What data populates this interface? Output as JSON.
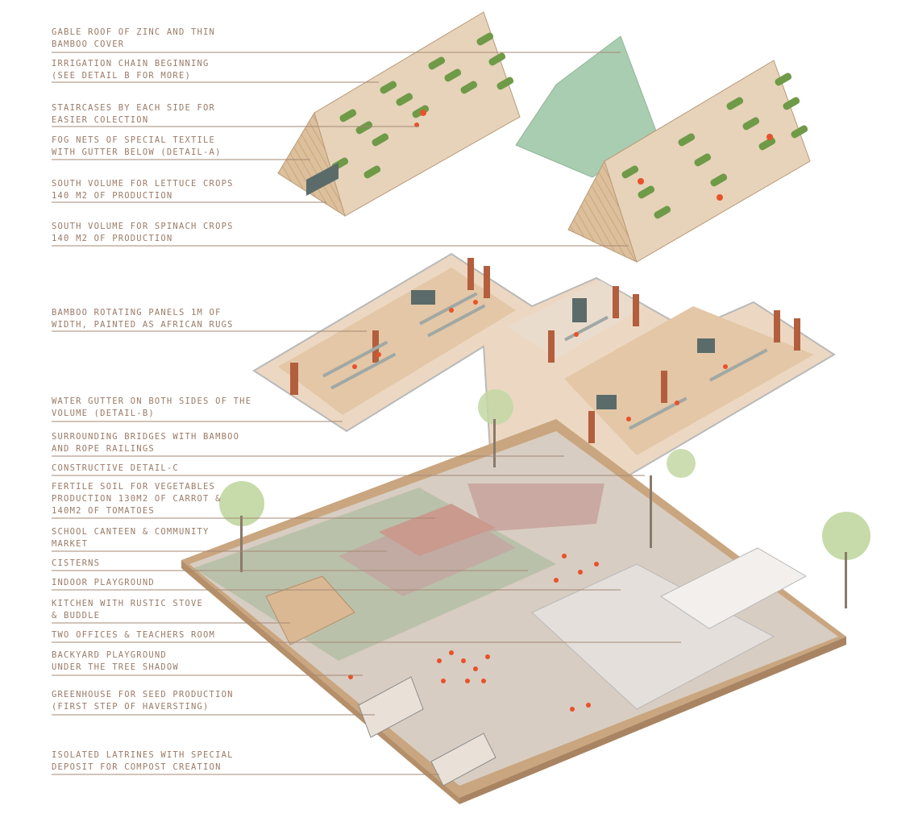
{
  "colors": {
    "label_text": "#9a7b68",
    "leader_line": "#a58874",
    "bamboo": "#d9b893",
    "greenery": "#7fa356",
    "ground": "#d8cdc2",
    "figures": "#e8522b",
    "roof_cover": "#a9cdb0"
  },
  "labels": [
    {
      "id": "gable-roof",
      "lines": [
        "GABLE ROOF OF ZINC AND THIN",
        "BAMBOO COVER"
      ]
    },
    {
      "id": "irrigation-chain",
      "lines": [
        "IRRIGATION CHAIN BEGINNING",
        "(SEE DETAIL B  FOR MORE)"
      ]
    },
    {
      "id": "staircases",
      "lines": [
        "STAIRCASES BY EACH SIDE FOR",
        "EASIER COLECTION"
      ]
    },
    {
      "id": "fog-nets",
      "lines": [
        "FOG NETS OF SPECIAL TEXTILE",
        "WITH GUTTER BELOW (DETAIL-A)"
      ]
    },
    {
      "id": "south-volume-lettuce",
      "lines": [
        "SOUTH VOLUME FOR LETTUCE CROPS",
        "140 M2 OF PRODUCTION"
      ]
    },
    {
      "id": "south-volume-spinach",
      "lines": [
        "SOUTH VOLUME FOR SPINACH CROPS",
        "140 M2 OF PRODUCTION"
      ]
    },
    {
      "id": "bamboo-panels",
      "lines": [
        "BAMBOO ROTATING PANELS 1M OF",
        "WIDTH, PAINTED AS AFRICAN RUGS"
      ]
    },
    {
      "id": "water-gutter",
      "lines": [
        "WATER GUTTER ON BOTH SIDES OF THE",
        "VOLUME (DETAIL-B)"
      ]
    },
    {
      "id": "bridges",
      "lines": [
        "SURROUNDING BRIDGES WITH BAMBOO",
        "AND ROPE RAILINGS"
      ]
    },
    {
      "id": "constructive-detail",
      "lines": [
        "CONSTRUCTIVE DETAIL-C"
      ]
    },
    {
      "id": "fertile-soil",
      "lines": [
        "FERTILE SOIL FOR VEGETABLES",
        "PRODUCTION 130M2 OF CARROT &",
        "140M2 OF TOMATOES"
      ]
    },
    {
      "id": "canteen",
      "lines": [
        "SCHOOL CANTEEN & COMMUNITY",
        "MARKET"
      ]
    },
    {
      "id": "cisterns",
      "lines": [
        "CISTERNS"
      ]
    },
    {
      "id": "indoor-playground",
      "lines": [
        "INDOOR PLAYGROUND"
      ]
    },
    {
      "id": "kitchen",
      "lines": [
        "KITCHEN WITH RUSTIC STOVE",
        "& BUDDLE"
      ]
    },
    {
      "id": "offices",
      "lines": [
        "TWO OFFICES & TEACHERS ROOM"
      ]
    },
    {
      "id": "backyard",
      "lines": [
        "BACKYARD PLAYGROUND",
        "UNDER THE TREE SHADOW"
      ]
    },
    {
      "id": "greenhouse",
      "lines": [
        "GREENHOUSE FOR SEED PRODUCTION",
        "(FIRST STEP OF HAVERSTING)"
      ]
    },
    {
      "id": "latrines",
      "lines": [
        "ISOLATED LATRINES WITH SPECIAL",
        "DEPOSIT FOR COMPOST CREATION"
      ]
    }
  ]
}
